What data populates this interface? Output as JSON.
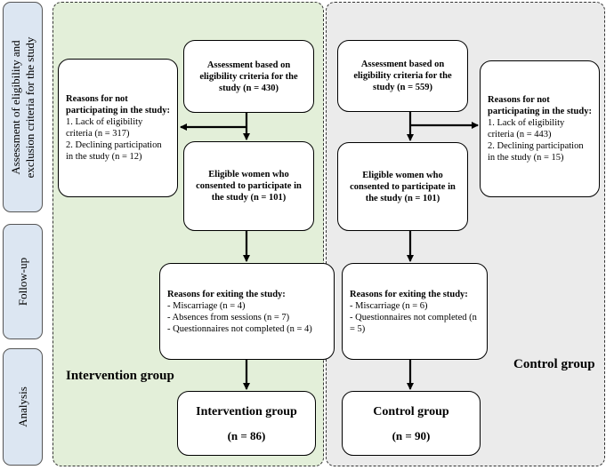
{
  "stages": {
    "assessment": "Assessment of eligibility and exclusion criteria for the study",
    "followup": "Follow-up",
    "analysis": "Analysis"
  },
  "intervention": {
    "label": "Intervention group",
    "assessment": "Assessment based on eligibility criteria for the study (n = 430)",
    "reasons_title": "Reasons for not participating in the study:",
    "reasons_items": [
      "1. Lack of eligibility criteria (n = 317)",
      "2. Declining participation in the study (n = 12)"
    ],
    "eligible": "Eligible women who consented to participate in the study (n = 101)",
    "exit_title": "Reasons for exiting the study:",
    "exit_items": [
      "- Miscarriage (n = 4)",
      "- Absences from sessions (n = 7)",
      "- Questionnaires not completed (n = 4)"
    ],
    "final_title": "Intervention group",
    "final_n": "(n = 86)"
  },
  "control": {
    "label": "Control group",
    "assessment": "Assessment based on eligibility criteria for the study (n = 559)",
    "reasons_title": "Reasons for not participating in the study:",
    "reasons_items": [
      "1. Lack of eligibility criteria (n = 443)",
      "2. Declining participation in the study (n = 15)"
    ],
    "eligible": "Eligible women who consented to participate in the study (n = 101)",
    "exit_title": "Reasons for exiting the study:",
    "exit_items": [
      "- Miscarriage (n = 6)",
      "- Questionnaires not completed (n = 5)"
    ],
    "final_title": "Control group",
    "final_n": "(n = 90)"
  },
  "colors": {
    "intervention_bg": "#e3efd9",
    "control_bg": "#ebebeb",
    "stage_bg": "#dce6f2"
  }
}
